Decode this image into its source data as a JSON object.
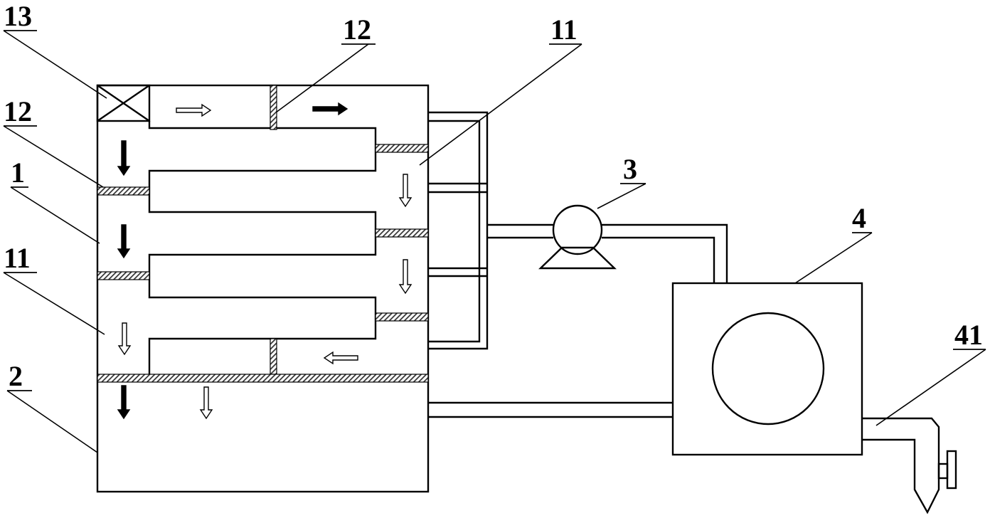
{
  "labels": {
    "water_tank": "1",
    "bottom_tank": "2",
    "pump": "3",
    "device": "4",
    "outlet_pipe": "41",
    "baffle_flow_channel": "11",
    "partition_plate": "12",
    "inlet": "13"
  },
  "colors": {
    "line": "#000000",
    "background": "#ffffff",
    "hatch": "#555555"
  },
  "icons": {
    "flow_arrow": "arrow-icon",
    "inlet_valve": "crossed-box-icon",
    "pump": "pump-icon",
    "outlet_valve": "valve-handle-icon"
  }
}
